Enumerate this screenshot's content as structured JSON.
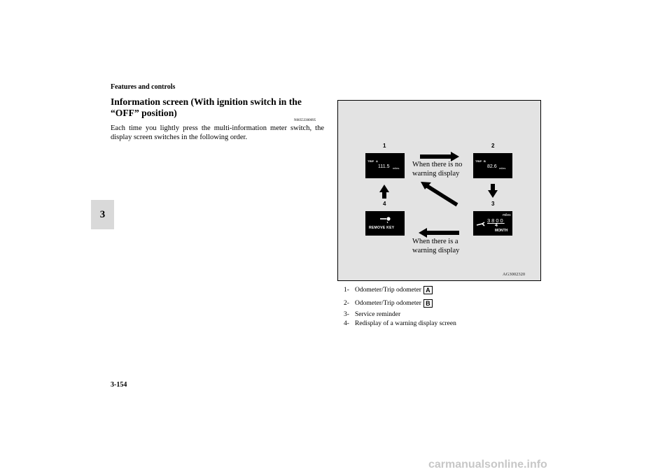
{
  "header": {
    "section": "Features and controls",
    "chapter": "3"
  },
  "content": {
    "heading": "Information screen (With ignition switch in the “OFF” position)",
    "ref_code": "N00553300095",
    "body": "Each time you lightly press the multi-information meter switch, the display screen switches in the following order."
  },
  "figure": {
    "code": "AG3002320",
    "screens": {
      "s1": {
        "number": "1",
        "label": "TRIP",
        "sub": "A",
        "value": "111.5",
        "unit": "miles"
      },
      "s2": {
        "number": "2",
        "label": "TRIP",
        "sub": "B",
        "value": "82.6",
        "unit": "miles"
      },
      "s3": {
        "number": "3",
        "unit": "miles",
        "value": "3800",
        "value2": "4",
        "unit2": "MONTH"
      },
      "s4": {
        "number": "4",
        "text": "REMOVE KEY"
      }
    },
    "label_no_warning": [
      "When there is no",
      "warning display"
    ],
    "label_warning": [
      "When there is a",
      "warning display"
    ]
  },
  "legend": [
    {
      "num": "1-",
      "text": "Odometer/Trip odometer",
      "key": "A"
    },
    {
      "num": "2-",
      "text": "Odometer/Trip odometer",
      "key": "B"
    },
    {
      "num": "3-",
      "text": "Service reminder"
    },
    {
      "num": "4-",
      "text": "Redisplay of a warning display screen"
    }
  ],
  "footer": {
    "page_number": "3-154",
    "watermark": "carmanualsonline.info"
  }
}
